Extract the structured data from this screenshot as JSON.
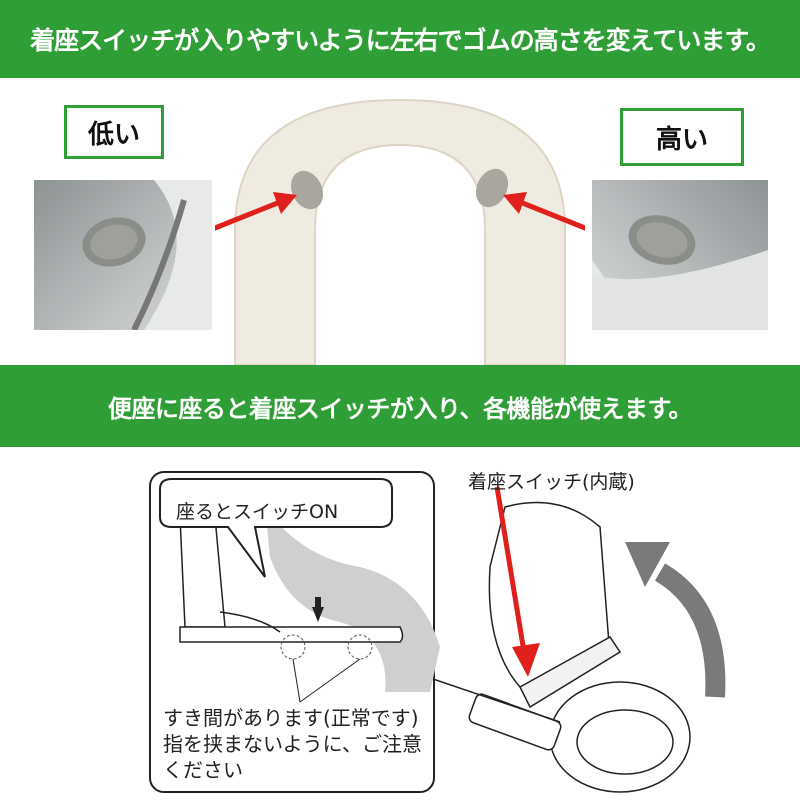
{
  "header": {
    "text": "着座スイッチが入りやすいように左右でゴムの高さを変えています。"
  },
  "comparison": {
    "low_label": "低い",
    "high_label": "高い"
  },
  "subheader": {
    "text": "便座に座ると着座スイッチが入り、各機能が使えます。"
  },
  "diagram": {
    "bubble_text": "座るとスイッチON",
    "switch_label": "着座スイッチ(内蔵)",
    "caution_lines": [
      "すき間があります(正常です)",
      "指を挟まないように、ご注意",
      "ください"
    ]
  },
  "colors": {
    "green": "#2f9e37",
    "arrow_red": "#e0201c",
    "arrow_gray": "#7a7a7a"
  }
}
